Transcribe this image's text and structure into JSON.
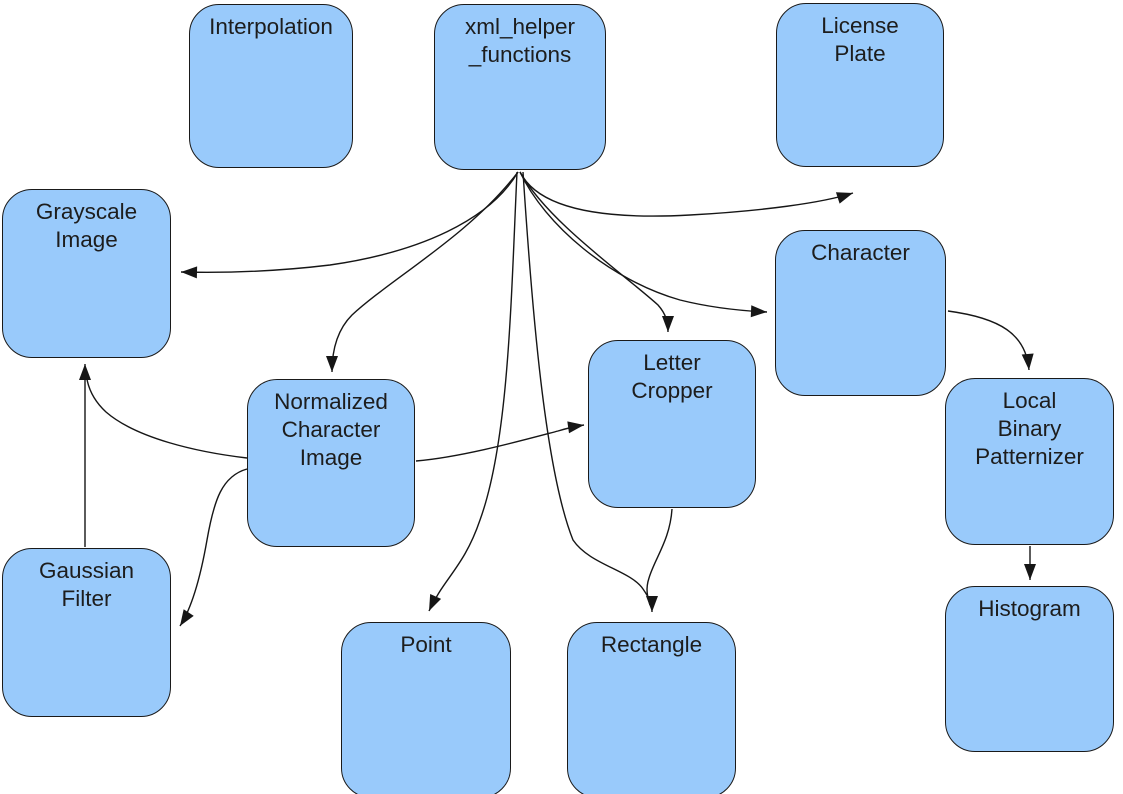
{
  "diagram": {
    "title": "module dependency diagram",
    "nodes": [
      {
        "id": "interpolation",
        "label": "Interpolation"
      },
      {
        "id": "xml_helper_functions",
        "label": "xml_helper\n_functions"
      },
      {
        "id": "license_plate",
        "label": "License\nPlate"
      },
      {
        "id": "grayscale_image",
        "label": "Grayscale\nImage"
      },
      {
        "id": "character",
        "label": "Character"
      },
      {
        "id": "letter_cropper",
        "label": "Letter\nCropper"
      },
      {
        "id": "normalized_character_image",
        "label": "Normalized\nCharacter\nImage"
      },
      {
        "id": "local_binary_patternizer",
        "label": "Local\nBinary\nPatternizer"
      },
      {
        "id": "gaussian_filter",
        "label": "Gaussian\nFilter"
      },
      {
        "id": "point",
        "label": "Point"
      },
      {
        "id": "rectangle",
        "label": "Rectangle"
      },
      {
        "id": "histogram",
        "label": "Histogram"
      }
    ],
    "edges": [
      {
        "from": "xml_helper_functions",
        "to": "license_plate"
      },
      {
        "from": "xml_helper_functions",
        "to": "grayscale_image"
      },
      {
        "from": "xml_helper_functions",
        "to": "normalized_character_image"
      },
      {
        "from": "xml_helper_functions",
        "to": "character"
      },
      {
        "from": "xml_helper_functions",
        "to": "letter_cropper"
      },
      {
        "from": "xml_helper_functions",
        "to": "point"
      },
      {
        "from": "xml_helper_functions",
        "to": "rectangle"
      },
      {
        "from": "letter_cropper",
        "to": "rectangle"
      },
      {
        "from": "normalized_character_image",
        "to": "letter_cropper"
      },
      {
        "from": "normalized_character_image",
        "to": "grayscale_image"
      },
      {
        "from": "gaussian_filter",
        "to": "grayscale_image"
      },
      {
        "from": "normalized_character_image",
        "to": "gaussian_filter"
      },
      {
        "from": "character",
        "to": "local_binary_patternizer"
      },
      {
        "from": "local_binary_patternizer",
        "to": "histogram"
      }
    ],
    "colors": {
      "node_fill": "#99cafb",
      "node_border": "#1a1a1a",
      "edge": "#161616",
      "text": "#1d1d1d",
      "background": "#ffffff"
    }
  }
}
